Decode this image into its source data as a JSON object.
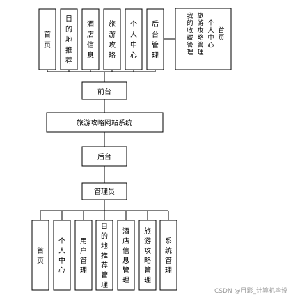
{
  "nodes": {
    "front": "前台",
    "system": "旅游攻略网站系统",
    "back": "后台",
    "admin": "管理员"
  },
  "front_modules": [
    "首页",
    "目的地推荐",
    "酒店信息",
    "旅游攻略",
    "个人中心",
    "后台管理"
  ],
  "front_personal": {
    "columns": [
      "首页",
      "个人中心",
      "旅游攻略管理",
      "我的收藏管理"
    ]
  },
  "admin_modules": [
    "首页",
    "个人中心",
    "用户管理",
    "目的地推荐管理",
    "酒店信息管理",
    "旅游攻略管理",
    "系统管理"
  ],
  "watermark": "CSDN @月影_计算机毕设"
}
